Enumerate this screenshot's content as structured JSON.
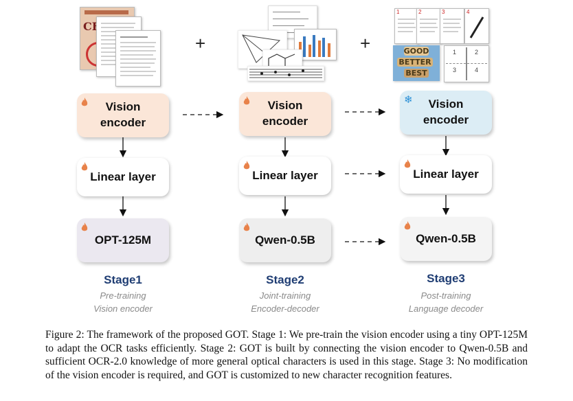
{
  "plus_sign": "+",
  "stages": [
    {
      "title": "Stage1",
      "subtitle_1": "Pre-training",
      "subtitle_2": "Vision encoder",
      "encoder": "Vision encoder",
      "linear": "Linear layer",
      "lm": "OPT-125M",
      "encoder_color": "#fbe6d8",
      "lm_color": "#ebe8f0",
      "encoder_icon": "flame-icon"
    },
    {
      "title": "Stage2",
      "subtitle_1": "Joint-training",
      "subtitle_2": "Encoder-decoder",
      "encoder": "Vision encoder",
      "linear": "Linear layer",
      "lm": "Qwen-0.5B",
      "encoder_color": "#fbe6d8",
      "lm_color": "#eeeeee",
      "encoder_icon": "flame-icon"
    },
    {
      "title": "Stage3",
      "subtitle_1": "Post-training",
      "subtitle_2": "Language decoder",
      "encoder": "Vision encoder",
      "linear": "Linear layer",
      "lm": "Qwen-0.5B",
      "encoder_color": "#dcedf5",
      "lm_color": "#f4f4f4",
      "encoder_icon": "snowflake-icon"
    }
  ],
  "thumbnails": {
    "stage1_poster_text": "CE",
    "stage3_page_numbers": [
      "1",
      "2",
      "3",
      "4"
    ],
    "stage3_sign_words": [
      "GOOD",
      "BETTER",
      "BEST"
    ],
    "stage3_grid_numbers": [
      "1",
      "2",
      "3",
      "4"
    ]
  },
  "caption": "Figure 2: The framework of the proposed GOT. Stage 1: We pre-train the vision encoder using a tiny OPT-125M to adapt the OCR tasks efficiently. Stage 2: GOT is built by connecting the vision encoder to Qwen-0.5B and sufficient OCR-2.0 knowledge of more general optical characters is used in this stage. Stage 3: No modification of the vision encoder is required, and GOT is customized to new character recognition features.",
  "colors": {
    "flame": "#e8824a",
    "snowflake": "#2a8fd6",
    "stage_title": "#1f3d73",
    "stage_subtitle": "#8a8a8a"
  }
}
